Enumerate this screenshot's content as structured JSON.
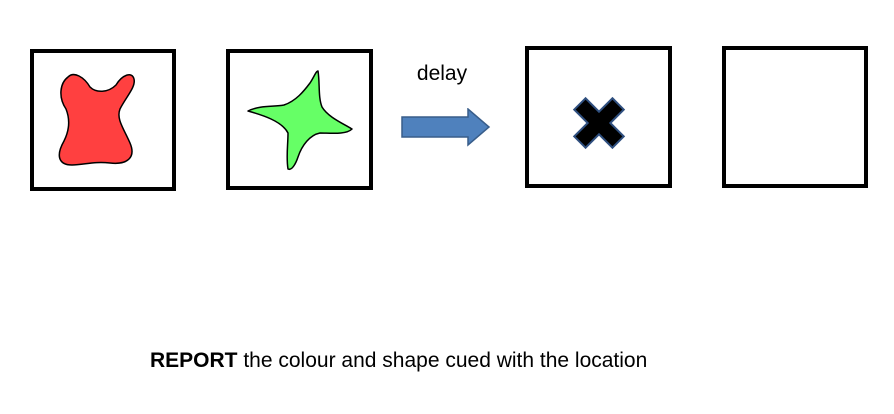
{
  "labels": {
    "delay": "delay"
  },
  "instruction": {
    "emphasis": "REPORT",
    "rest": " the colour and shape cued with the location"
  },
  "colors": {
    "shape_1_fill": "#ff4040",
    "shape_2_fill": "#66ff66",
    "cue_fill": "#000000",
    "cue_outline": "#2f4f7f",
    "arrow_fill": "#4f81bd",
    "arrow_outline": "#385d8a",
    "frame": "#000000"
  },
  "icons": {
    "cue": "cross-icon",
    "arrow": "right-arrow-icon"
  }
}
